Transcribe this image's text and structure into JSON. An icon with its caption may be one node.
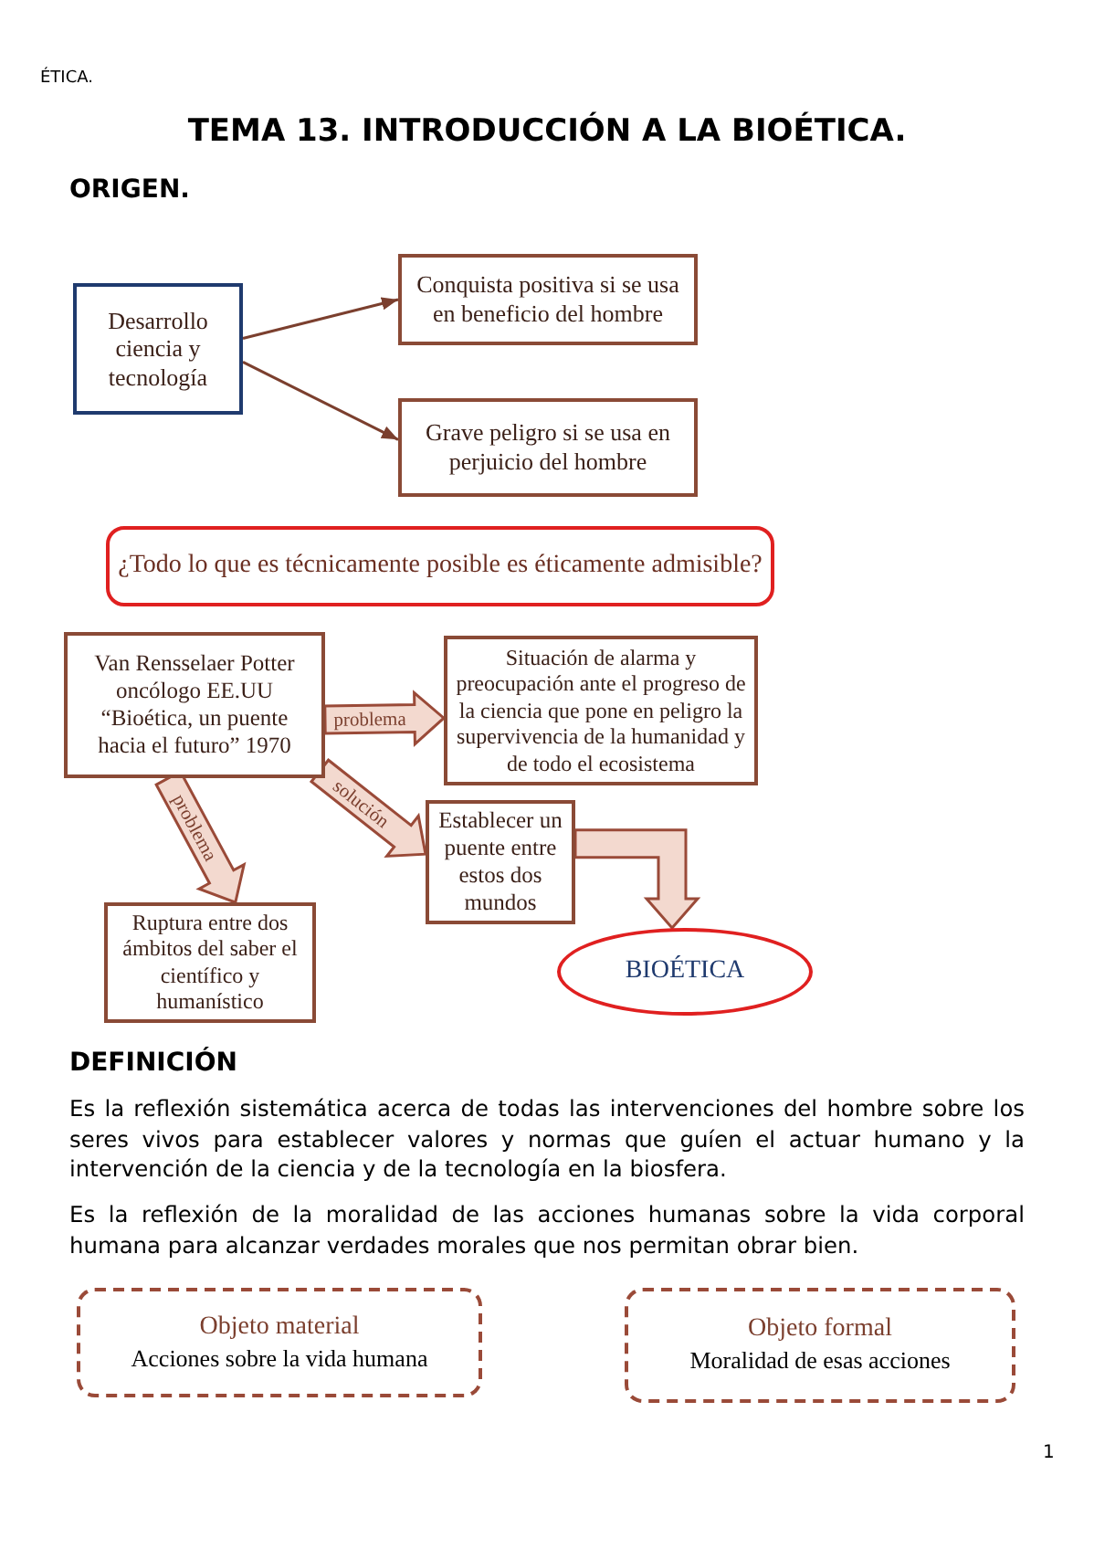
{
  "diagram": {
    "title": "TEMA 13. INTRODUCCIÓN A LA BIOÉTICA.",
    "nodes": [
      {
        "text": [
          "Desarrollo ciencia y tecnología"
        ]
      },
      {
        "text": [
          "Conquista positiva si se usa en beneficio del hombre"
        ]
      },
      {
        "text": [
          "Grave peligro si se usa en perjuicio del hombre"
        ]
      },
      {
        "text": [
          "¿Todo lo que es técnicamente posible es éticamente admisible?"
        ]
      },
      {
        "text": [
          "Van Rensselaer Potter oncólogo EE.UU “Bioética, un puente hacia el futuro” 1970"
        ]
      },
      {
        "text": [
          "Situación de alarma y preocupación ante el progreso de la ciencia que pone en peligro la supervivencia de la humanidad y de todo el ecosistema"
        ]
      },
      {
        "text": [
          "Establecer un puente entre estos dos mundos"
        ]
      },
      {
        "text": [
          "Ruptura entre dos ámbitos del saber el científico y humanístico"
        ]
      },
      {
        "text": [
          "BIOÉTICA"
        ]
      },
      {
        "text": [
          "Objeto material",
          "Acciones sobre la vida humana"
        ]
      },
      {
        "text": [
          "Objeto formal",
          "Moralidad de esas acciones"
        ]
      }
    ],
    "edges": [
      {
        "from": 0,
        "to": 1,
        "arrow": "to"
      },
      {
        "from": 0,
        "to": 2,
        "arrow": "to"
      },
      {
        "from": 4,
        "to": 5,
        "arrow": "to",
        "label": "problema",
        "style": "thick"
      },
      {
        "from": 4,
        "to": 6,
        "arrow": "to",
        "label": "solución",
        "style": "thick"
      },
      {
        "from": 4,
        "to": 7,
        "arrow": "to",
        "label": "problema",
        "style": "thick"
      },
      {
        "from": 6,
        "to": 8,
        "arrow": "to",
        "style": "thick"
      }
    ],
    "labels": [
      "ÉTICA.",
      "ORIGEN.",
      "DEFINICIÓN",
      "Es la reflexión sistemática acerca de todas las intervenciones del hombre sobre los seres vivos para establecer valores y normas que guíen el actuar humano y la intervención de la ciencia y de la tecnología en la biosfera.",
      "Es la reflexión de la moralidad de las acciones humanas sobre la vida corporal humana para alcanzar verdades morales que nos permitan obrar bien.",
      "1"
    ]
  }
}
